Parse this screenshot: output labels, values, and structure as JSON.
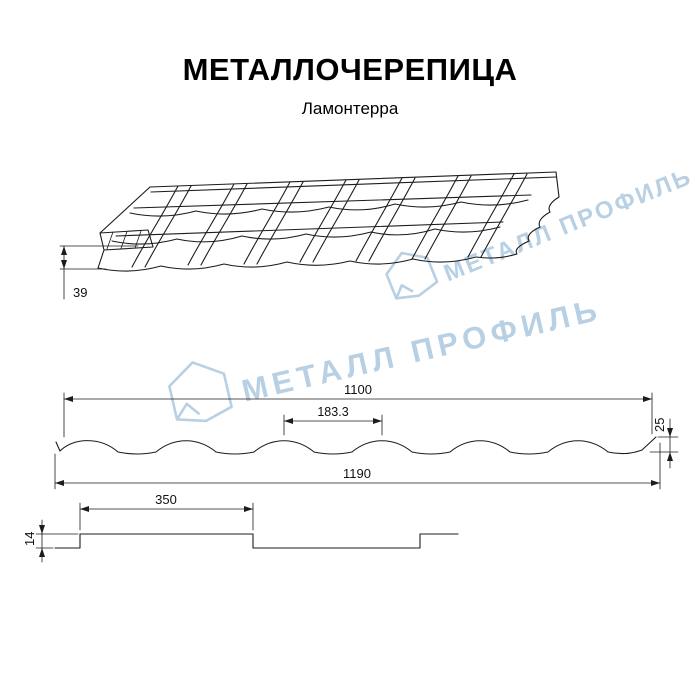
{
  "header": {
    "title": "МЕТАЛЛОЧЕРЕПИЦА",
    "subtitle": "Ламонтерра"
  },
  "watermark": {
    "text": "МЕТАЛЛ ПРОФИЛЬ",
    "color": "#b5cee3"
  },
  "dimensions": {
    "perspective": {
      "step_height": "39"
    },
    "profile": {
      "cover_width": "1100",
      "wave_pitch": "183.3",
      "profile_height": "25",
      "overall_width": "1190"
    },
    "step": {
      "module_length": "350",
      "step_height": "14"
    }
  },
  "colors": {
    "line": "#1c1c1c",
    "watermark": "#b5cee3"
  }
}
